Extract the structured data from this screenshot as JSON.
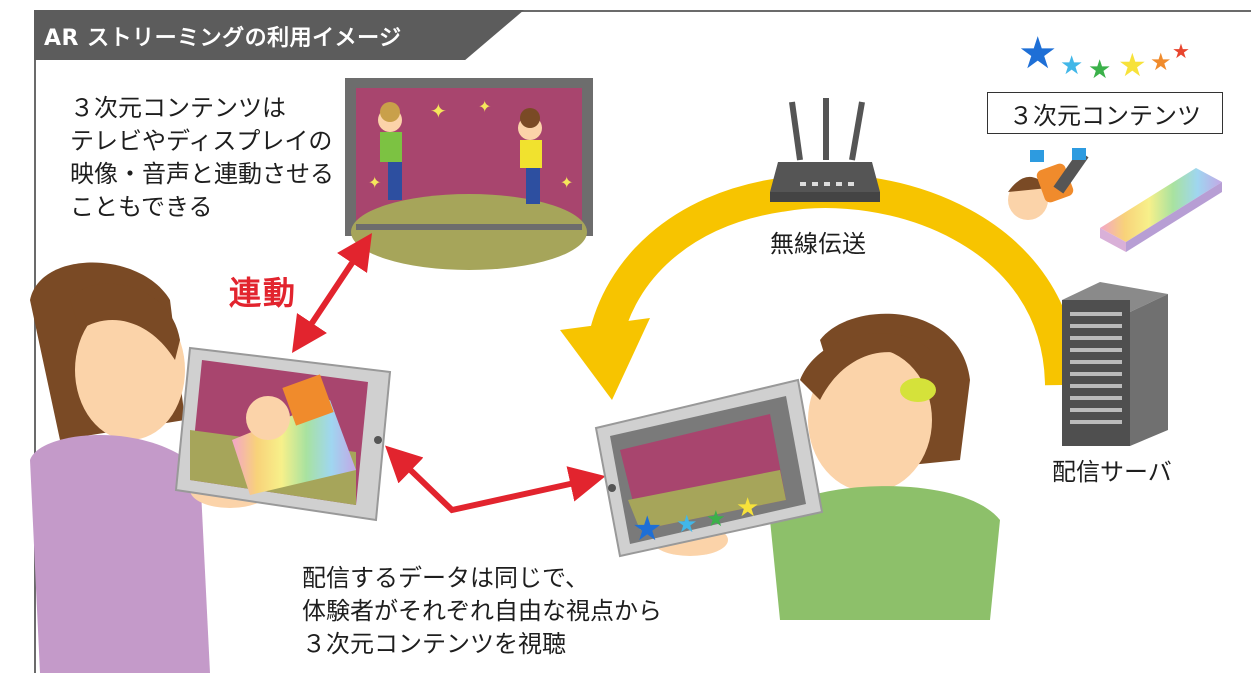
{
  "title": "AR ストリーミングの利用イメージ",
  "top_note": [
    "３次元コンテンツは",
    "テレビやディスプレイの",
    "映像・音声と連動させる",
    "こともできる"
  ],
  "linked_label": "連動",
  "content_box_label": "３次元コンテンツ",
  "wireless_label": "無線伝送",
  "server_label": "配信サーバ",
  "bottom_note": [
    "配信するデータは同じで、",
    "体験者がそれぞれ自由な視点から",
    "３次元コンテンツを視聴"
  ],
  "colors": {
    "title_bg": "#5c5c5c",
    "linked_red": "#e2242e",
    "arc_yellow": "#f7c400",
    "tv_screen": "#a8456e",
    "skin": "#fbd3a9",
    "hair": "#7a4a25"
  }
}
